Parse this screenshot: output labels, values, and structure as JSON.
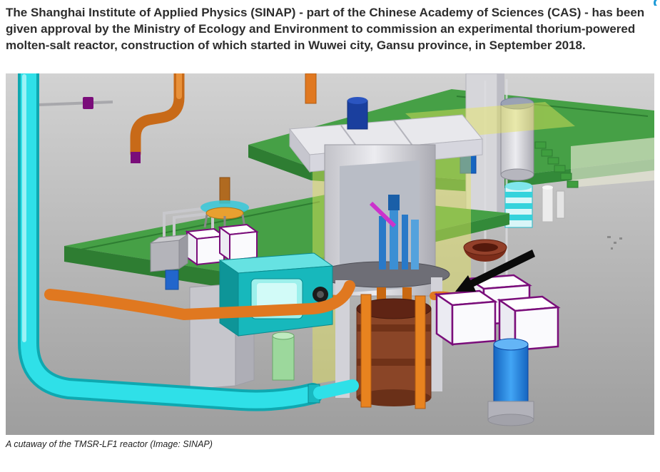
{
  "article": {
    "intro_paragraph": "The Shanghai Institute of Applied Physics (SINAP) - part of the Chinese Academy of Sciences (CAS) - has been given approval by the Ministry of Ecology and Environment to commission an experimental thorium-powered molten-salt reactor, construction of which started in Wuwei city, Gansu province, in September 2018.",
    "figure_caption": "A cutaway of the TMSR-LF1 reactor (Image: SINAP)"
  },
  "figure": {
    "description": "3D CAD cutaway rendering of the TMSR-LF1 thorium molten-salt reactor facility",
    "colors": {
      "backdrop_light": "#d2d2d2",
      "backdrop_dark": "#9e9e9e",
      "platform_green": "#46a046",
      "platform_green_dark": "#2e7d32",
      "pipe_cyan": "#2fe0e8",
      "pipe_orange": "#e07820",
      "vessel_gray": "#d9d9de",
      "core_brown": "#8a4527",
      "machine_teal": "#17b8bc",
      "tank_blue": "#1e88e5",
      "crate_edge_purple": "#7a0d7a",
      "glass_yellow": "#e6e65a",
      "arrow_black": "#0a0a0a"
    }
  }
}
